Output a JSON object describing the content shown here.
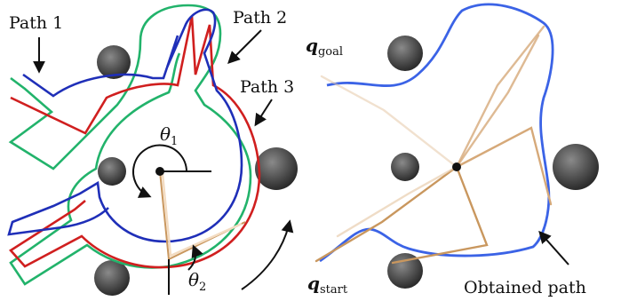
{
  "left_panel": {
    "labels": {
      "path1": "Path 1",
      "path2": "Path 2",
      "path3": "Path 3"
    },
    "theta1": {
      "symbol": "θ",
      "index": "1"
    },
    "theta2": {
      "symbol": "θ",
      "index": "2"
    },
    "path_colors": {
      "path1": "#1f2fb8",
      "path2": "#d01f1f",
      "path3": "#22b36b"
    },
    "link_color": "#e0b58c"
  },
  "right_panel": {
    "q_goal": {
      "symbol": "q",
      "subscript": "goal"
    },
    "q_start": {
      "symbol": "q",
      "subscript": "start"
    },
    "obtained_path_label": "Obtained path",
    "path_color": "#3b63e6"
  }
}
